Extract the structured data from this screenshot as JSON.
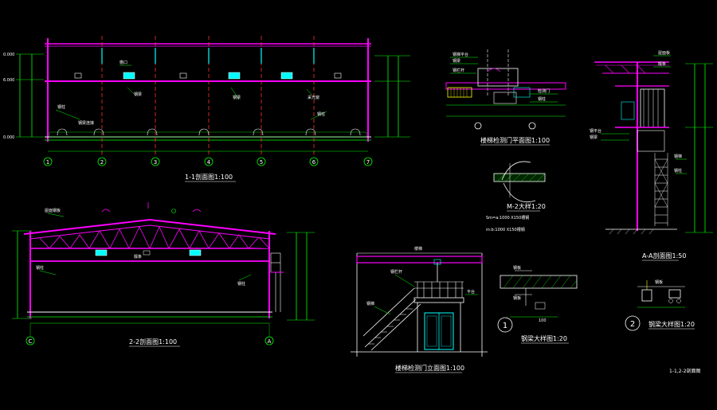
{
  "colors": {
    "background": "#000000",
    "structure": "#ff00ff",
    "dimension": "#00ff00",
    "text": "#ffffff",
    "window": "#00ffff",
    "axis": "#ff3030",
    "detail": "#ffff00",
    "frame": "#ffffff"
  },
  "section_1_1": {
    "caption": "1-1剖面图1:100",
    "axes": [
      "1",
      "2",
      "3",
      "4",
      "5",
      "6",
      "7"
    ]
  },
  "section_2_2": {
    "caption": "2-2剖面图1:100",
    "axes": [
      "C",
      "A"
    ]
  },
  "door_plan": {
    "caption": "楼梯检测门平面图1:100"
  },
  "detail_m2": {
    "caption": "M-2大样1:20",
    "note_1": "Sm=a:1000 X150槽钢",
    "note_2": "m:b:1000 X150槽钢"
  },
  "door_elevation": {
    "caption": "楼梯检测门立面图1:100"
  },
  "section_aa": {
    "caption": "A-A剖面图1:50"
  },
  "detail_1": {
    "number": "1",
    "caption": "钢梁大样图1:20"
  },
  "detail_2": {
    "number": "2",
    "caption": "钢梁大样图1:20"
  },
  "sheet": {
    "caption": "1-1,2-2剖面图"
  }
}
